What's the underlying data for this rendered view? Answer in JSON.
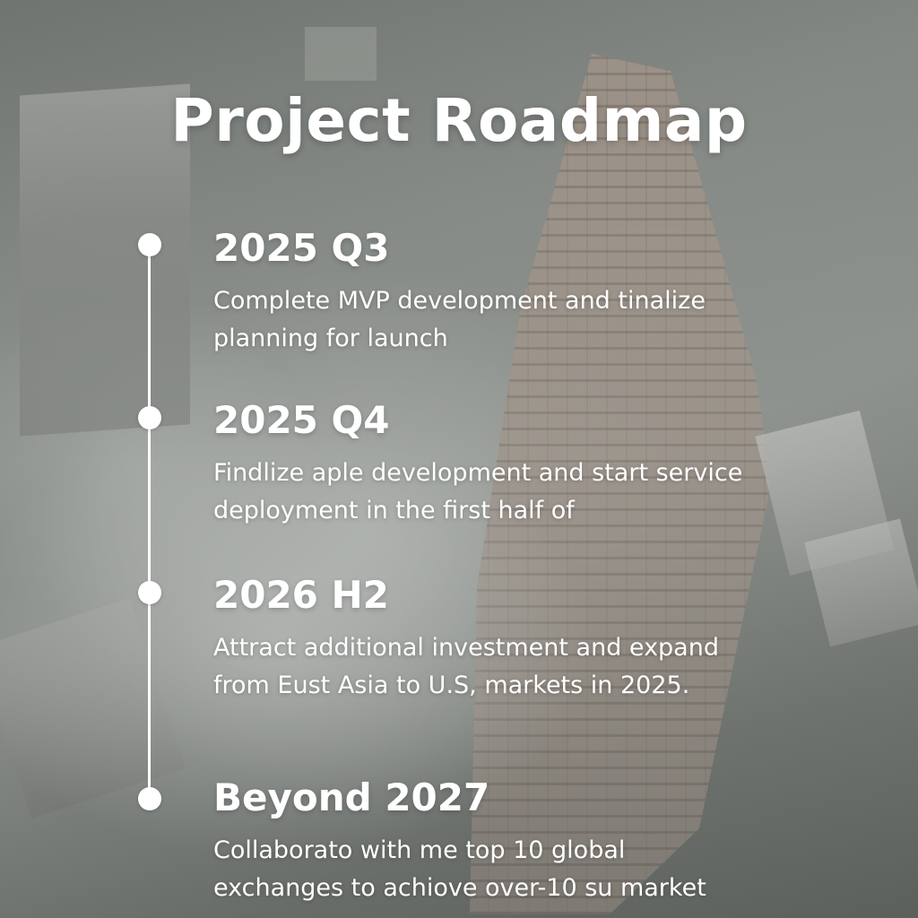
{
  "title": "Project Roadmap",
  "milestones": [
    {
      "period": "2025 Q3",
      "description": "Complete MVP development and tinalize planning for launch"
    },
    {
      "period": "2025 Q4",
      "description": "Findlize aple development and start service deployment in the first half of"
    },
    {
      "period": "2026 H2",
      "description": "Attract additional investment and expand from Eust Asia to U.S, markets in 2025."
    },
    {
      "period": "Beyond 2027",
      "description": "Collaborato with me top 10 global exchanges to achiove over-10 su market"
    }
  ]
}
